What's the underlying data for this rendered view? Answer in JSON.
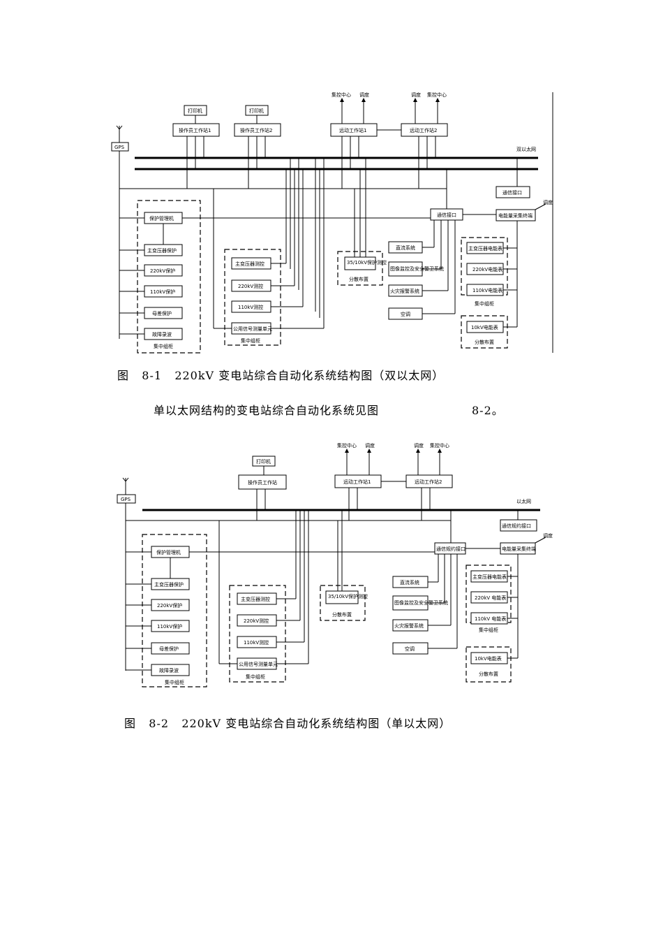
{
  "figure1": {
    "caption": {
      "label": "图",
      "number": "8-1",
      "text": "220kV 变电站综合自动化系统结构图（双以太网）"
    },
    "labels": {
      "printer1": "打印机",
      "printer2": "打印机",
      "operator1": "操作员工作站1",
      "operator2": "操作员工作站2",
      "remote1": "远动工作站1",
      "remote2": "远动工作站2",
      "control_center_1": "集控中心",
      "dispatch_1": "调度",
      "dispatch_2": "调度",
      "control_center_2": "集控中心",
      "gps": "GPS",
      "network": "双以太网",
      "comm_interface": "通信接口",
      "comm_interface_2": "通信接口",
      "dispatch_right": "调度",
      "energy_collector": "电能量采集终端",
      "protection_manager": "保护管理机",
      "main_transformer_protection": "主变压器保护",
      "p220kv_protection": "220kV保护",
      "p110kv_protection": "110kV保护",
      "busbar_protection": "母差保护",
      "fault_recorder": "故障录波",
      "centralized_cabinet_left": "集中组柜",
      "main_transformer_control": "主变压器测控",
      "c220kv_control": "220kV测控",
      "c110kv_control": "110kV测控",
      "public_signal_unit": "公用信号测量单元",
      "centralized_cabinet_mid": "集中组柜",
      "p35_10kv": "35/10kV保护测控",
      "distributed_1": "分散布置",
      "dc_system": "直流系统",
      "video_security": "图像监控及安全警卫系统",
      "fire_alarm": "火灾报警系统",
      "hvac": "空调",
      "main_transformer_meter": "主变压器电能表",
      "m220kv_meter": "220kV电能表",
      "m110kv_meter": "110kV电能表",
      "centralized_cabinet_right": "集中组柜",
      "m10kv_meter": "10kV电能表",
      "distributed_2": "分散布置"
    }
  },
  "paragraph": {
    "text": "单以太网结构的变电站综合自动化系统见图",
    "ref": "8-2。"
  },
  "figure2": {
    "caption": {
      "label": "图",
      "number": "8-2",
      "text": "220kV 变电站综合自动化系统结构图（单以太网）"
    },
    "labels": {
      "printer": "打印机",
      "operator": "操作员工作站",
      "remote1": "远动工作站1",
      "remote2": "远动工作站2",
      "control_center_1": "集控中心",
      "dispatch_1": "调度",
      "dispatch_2": "调度",
      "control_center_2": "集控中心",
      "gps": "GPS",
      "network": "以太网",
      "comm_interface": "通信规约接口",
      "comm_interface_2": "通信规约接口",
      "dispatch_right": "调度",
      "energy_collector": "电能量采集终端",
      "protection_manager": "保护管理机",
      "main_transformer_protection": "主变压器保护",
      "p220kv_protection": "220kV保护",
      "p110kv_protection": "110kV保护",
      "busbar_protection": "母差保护",
      "fault_recorder": "故障录波",
      "centralized_cabinet_left": "集中组柜",
      "main_transformer_control": "主变压器测控",
      "c220kv_control": "220kV测控",
      "c110kv_control": "110kV测控",
      "public_signal_unit": "公用信号测量单元",
      "centralized_cabinet_mid": "集中组柜",
      "p35_10kv": "35/10kV保护测控",
      "distributed_1": "分散布置",
      "dc_system": "直流系统",
      "video_security": "图像监控及安全警卫系统",
      "fire_alarm": "火灾报警系统",
      "hvac": "空调",
      "main_transformer_meter": "主变压器电能表",
      "m220kv_meter": "220kV 电能表",
      "m110kv_meter": "110kV 电能表",
      "centralized_cabinet_right": "集中组柜",
      "m10kv_meter": "10kV电能表",
      "distributed_2": "分散布置"
    }
  }
}
